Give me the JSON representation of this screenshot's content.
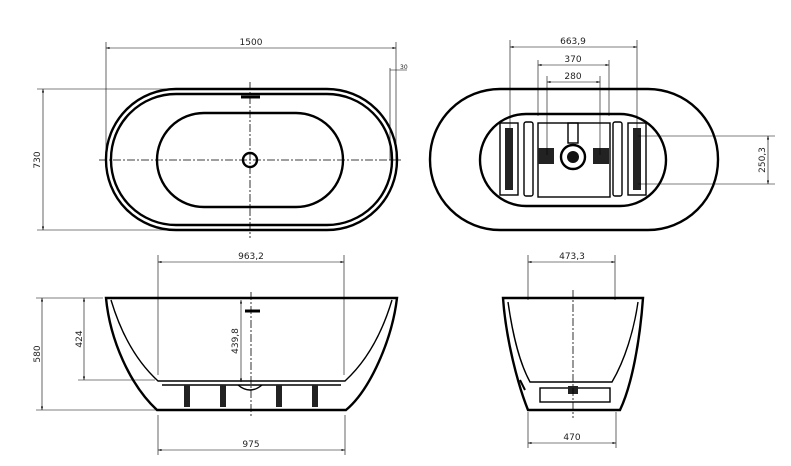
{
  "title": "Freestanding bathtub dimension drawing",
  "views": {
    "top_plan": {
      "length": "1500",
      "width": "730",
      "rim_offset": "30"
    },
    "bottom_plan": {
      "feet_span": "663,9",
      "plate_width": "370",
      "feet_inner": "280",
      "feet_depth": "250,3"
    },
    "side_elevation": {
      "top_inner": "963,2",
      "height": "580",
      "inner_depth": "424",
      "overflow_height": "439,8",
      "base_length": "975"
    },
    "end_elevation": {
      "top_inner": "473,3",
      "base_width": "470"
    }
  },
  "colors": {
    "line": "#000000",
    "background": "#ffffff"
  }
}
